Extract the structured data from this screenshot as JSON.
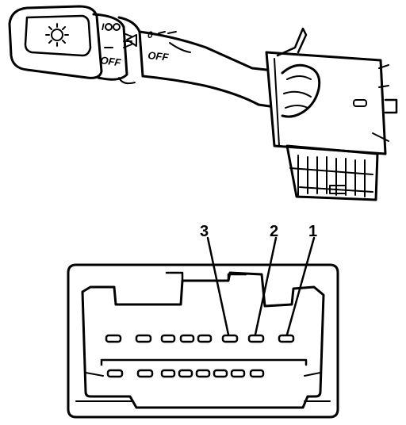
{
  "switch": {
    "off_label_1": "OFF",
    "off_label_2": "OFF",
    "pos_label_0": "0",
    "pos_label_i": "I"
  },
  "connector": {
    "pin_labels": [
      "1",
      "2",
      "3"
    ]
  }
}
